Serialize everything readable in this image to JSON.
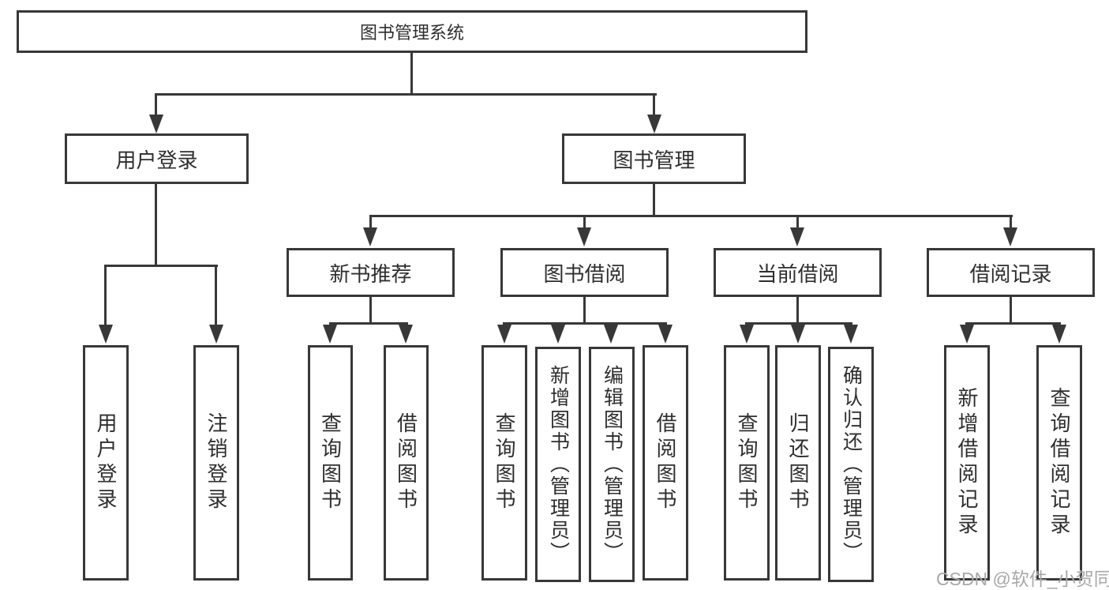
{
  "title": {
    "label": "图书管理系统"
  },
  "branches": [
    {
      "label": "用户登录"
    },
    {
      "label": "图书管理"
    }
  ],
  "modules": [
    {
      "label": "新书推荐"
    },
    {
      "label": "图书借阅"
    },
    {
      "label": "当前借阅"
    },
    {
      "label": "借阅记录"
    }
  ],
  "functions": [
    {
      "label": "用户登录"
    },
    {
      "label": "注销登录"
    },
    {
      "label": "查询图书"
    },
    {
      "label": "借阅图书"
    },
    {
      "label": "查询图书"
    },
    {
      "label": "新增图书（管理员）"
    },
    {
      "label": "编辑图书（管理员）"
    },
    {
      "label": "借阅图书"
    },
    {
      "label": "查询图书"
    },
    {
      "label": "归还图书"
    },
    {
      "label": "确认归还（管理员）"
    },
    {
      "label": "新增借阅记录"
    },
    {
      "label": "查询借阅记录"
    }
  ],
  "watermark": {
    "text": "CSDN @软件_小贺同学"
  },
  "colors": {
    "line": "#383838",
    "text": "#2e2e2e",
    "watermark": "#a8a8a8",
    "background": "#ffffff"
  }
}
